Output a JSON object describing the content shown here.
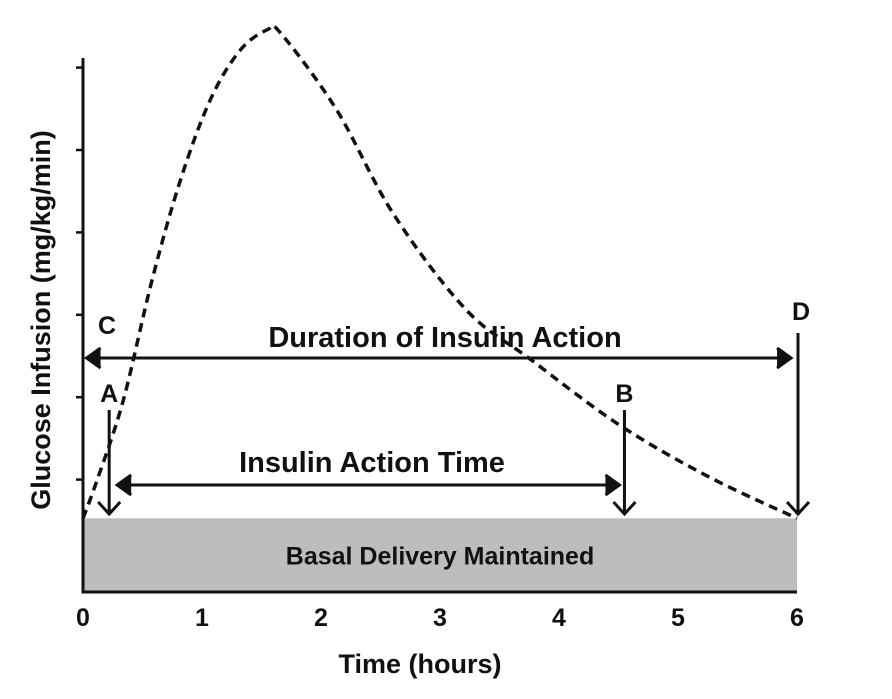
{
  "chart_data": {
    "type": "line",
    "title": "",
    "xlabel": "Time (hours)",
    "ylabel": "Glucose Infusion (mg/kg/min)",
    "xlim": [
      0,
      6
    ],
    "ylim": [
      -0.36,
      6.6
    ],
    "x_ticks": [
      "0",
      "1",
      "2",
      "3",
      "4",
      "5",
      "6"
    ],
    "y_ticks_count": 6,
    "grid": false,
    "series": [
      {
        "name": "glucose infusion curve",
        "style": "dashed",
        "x": [
          0,
          0.12,
          0.34,
          0.58,
          0.82,
          1.07,
          1.32,
          1.55,
          1.66,
          2.13,
          2.61,
          3.22,
          3.76,
          4.5,
          5.25,
          6
        ],
        "y": [
          0.53,
          1.0,
          1.97,
          3.42,
          4.64,
          5.61,
          6.21,
          6.46,
          6.42,
          5.49,
          4.22,
          3.06,
          2.46,
          1.67,
          1.04,
          0.53
        ]
      }
    ],
    "basal": {
      "label": "Basal Delivery Maintained",
      "level": 0.53,
      "color": "#bdbdbd"
    },
    "annotations": {
      "duration": {
        "label": "Duration of Insulin Action",
        "from_label": "C",
        "to_label": "D",
        "from": 0.03,
        "to": 5.95
      },
      "action_time": {
        "label": "Insulin Action Time",
        "from_label": "A",
        "to_label": "B",
        "from": 0.22,
        "to": 4.55
      }
    }
  }
}
